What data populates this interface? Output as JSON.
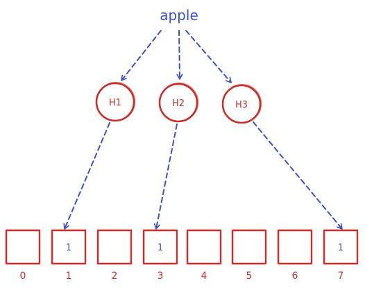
{
  "input": {
    "label": "apple"
  },
  "hash_functions": [
    {
      "label": "H1",
      "target_index": 1
    },
    {
      "label": "H2",
      "target_index": 3
    },
    {
      "label": "H3",
      "target_index": 7
    }
  ],
  "bit_array": [
    {
      "index": "0",
      "value": ""
    },
    {
      "index": "1",
      "value": "1"
    },
    {
      "index": "2",
      "value": ""
    },
    {
      "index": "3",
      "value": "1"
    },
    {
      "index": "4",
      "value": ""
    },
    {
      "index": "5",
      "value": ""
    },
    {
      "index": "6",
      "value": ""
    },
    {
      "index": "7",
      "value": "1"
    }
  ],
  "colors": {
    "arrow": "#3b50c9",
    "node": "#c9302c",
    "input_text": "#3b50c9",
    "cell_value": "#3b50c9",
    "index_text": "#c9302c"
  }
}
